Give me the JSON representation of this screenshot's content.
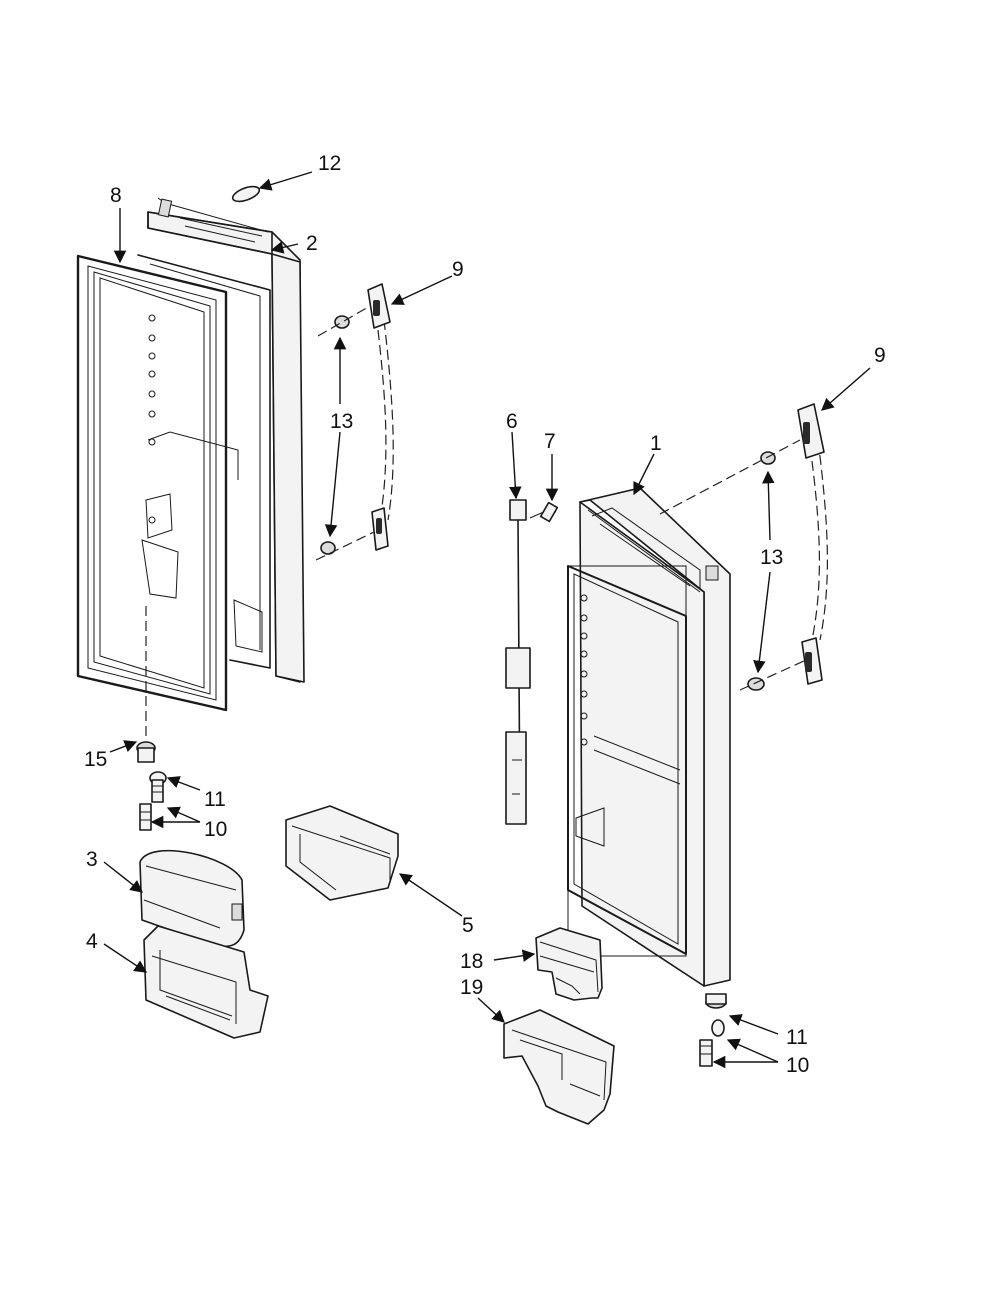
{
  "callouts": {
    "c1": "1",
    "c2": "2",
    "c3": "3",
    "c4": "4",
    "c5": "5",
    "c6": "6",
    "c7": "7",
    "c8": "8",
    "c9_left": "9",
    "c9_right": "9",
    "c10_left": "10",
    "c10_right": "10",
    "c11_left": "11",
    "c11_right": "11",
    "c12": "12",
    "c13_left": "13",
    "c13_right": "13",
    "c15": "15",
    "c18": "18",
    "c19": "19"
  }
}
